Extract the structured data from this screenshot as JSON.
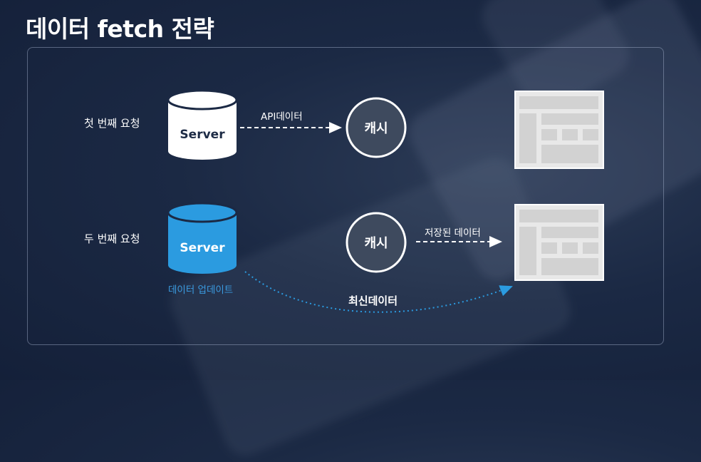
{
  "title": "데이터 fetch 전략",
  "rows": [
    {
      "label": "첫 번째 요청",
      "server_label": "Server",
      "arrow_label": "API데이터",
      "cache_label": "캐시"
    },
    {
      "label": "두 번째 요청",
      "server_label": "Server",
      "arrow_label": "저장된 데이터",
      "cache_label": "캐시",
      "update_label": "데이터 업데이트"
    }
  ],
  "curve_label": "최신데이터",
  "colors": {
    "background": "#1b2944",
    "server_white": "#ffffff",
    "server_blue": "#2b9be0",
    "update_text": "#3a9be0",
    "cache_fill": "#3e4a5e",
    "page_mock": "#e6e6e6"
  }
}
